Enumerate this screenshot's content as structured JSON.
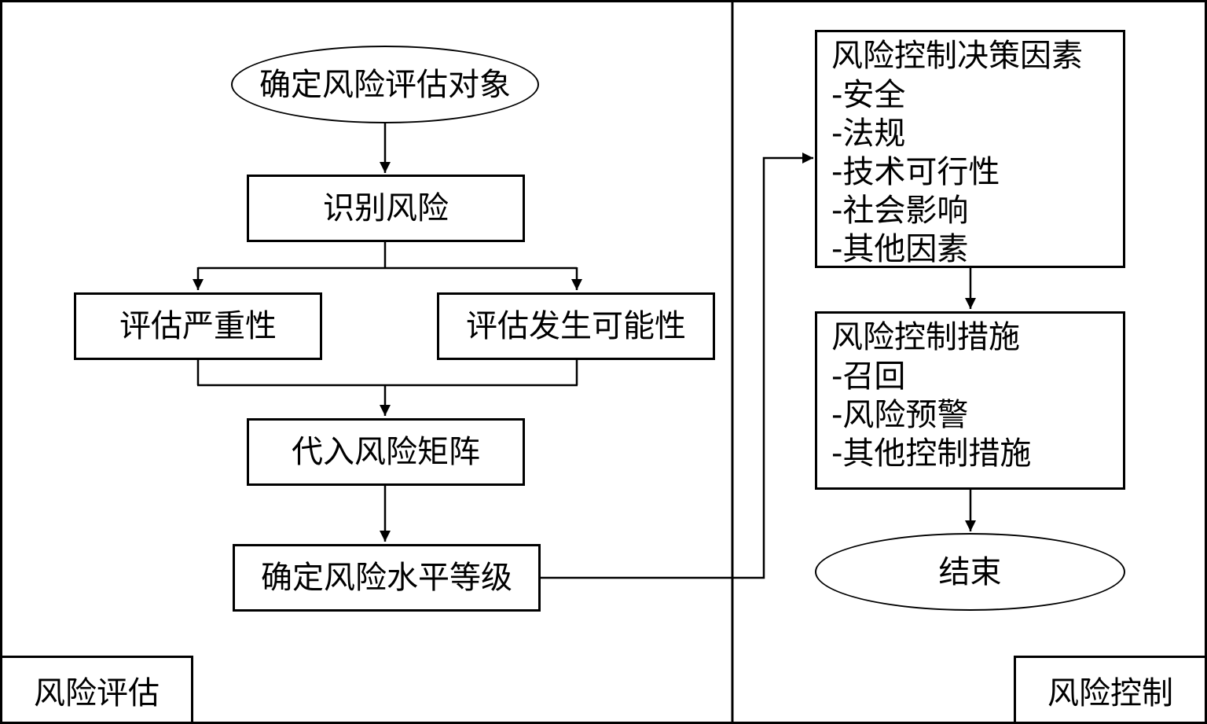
{
  "diagram": {
    "assessment": {
      "panel_label": "风险评估",
      "start": "确定风险评估对象",
      "identify": "识别风险",
      "severity": "评估严重性",
      "likelihood": "评估发生可能性",
      "matrix": "代入风险矩阵",
      "level": "确定风险水平等级"
    },
    "control": {
      "panel_label": "风险控制",
      "factors": {
        "title": "风险控制决策因素",
        "items": [
          "-安全",
          "-法规",
          "-技术可行性",
          "-社会影响",
          "-其他因素"
        ]
      },
      "measures": {
        "title": "风险控制措施",
        "items": [
          "-召回",
          "-风险预警",
          "-其他控制措施"
        ]
      },
      "end": "结束"
    }
  }
}
